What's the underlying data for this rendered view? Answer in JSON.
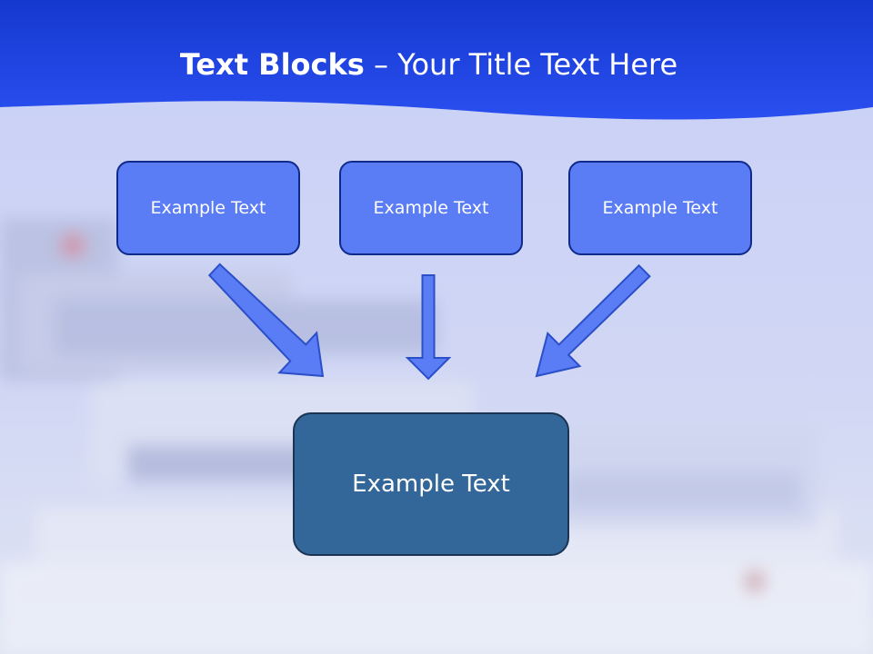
{
  "slide": {
    "title_bold": "Text Blocks",
    "title_dash": " – ",
    "title_rest": "Your Title Text Here"
  },
  "blocks": {
    "top": [
      "Example Text",
      "Example Text",
      "Example Text"
    ],
    "bottom": "Example Text"
  },
  "colors": {
    "header": "#1c40e6",
    "small_box_fill": "#5a7cf5",
    "big_box_fill": "#336699",
    "arrow_fill": "#5a7cf5"
  }
}
